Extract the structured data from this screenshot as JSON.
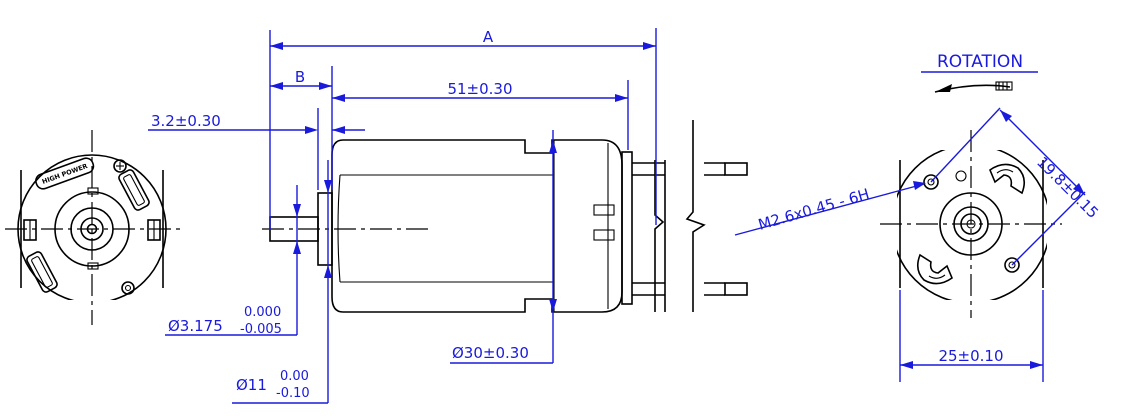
{
  "dimensions": {
    "overall_length": "A",
    "shaft_extension": "B",
    "body_length": "51±0.30",
    "boss_height": "3.2±0.30",
    "shaft_diameter_nominal": "Ø3.175",
    "shaft_diameter_upper_tol": "0.000",
    "shaft_diameter_lower_tol": "-0.005",
    "boss_diameter_nominal": "Ø11",
    "boss_diameter_upper_tol": "0.00",
    "boss_diameter_lower_tol": "-0.10",
    "body_diameter": "Ø30±0.30",
    "mount_thread": "M2.6x0.45 - 6H",
    "hole_spacing": "19.8±0.15",
    "flat_width": "25±0.10"
  },
  "rotation_label": "ROTATION",
  "logo_text": "HIGH POWER",
  "colors": {
    "dimension": "#1a1adc",
    "outline": "#000000",
    "background": "#ffffff"
  }
}
